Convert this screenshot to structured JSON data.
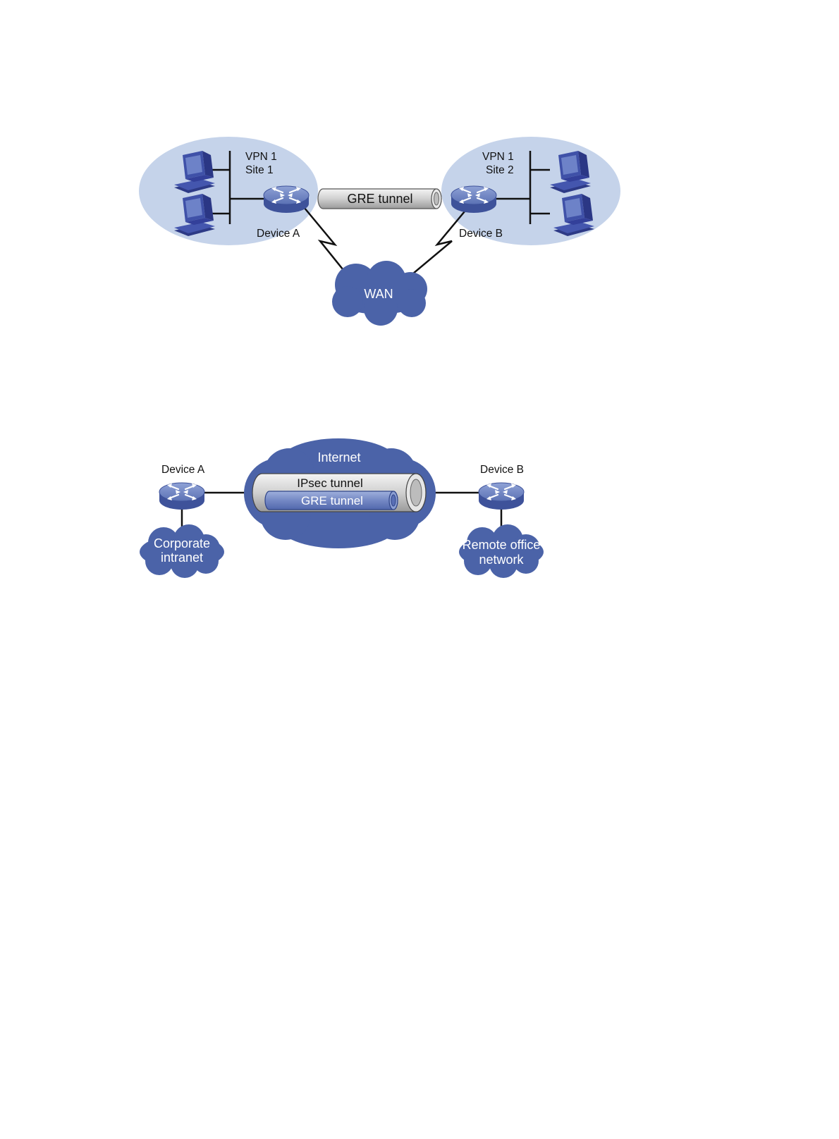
{
  "diagram1": {
    "site1": {
      "vpn": "VPN 1",
      "site": "Site 1"
    },
    "site2": {
      "vpn": "VPN 1",
      "site": "Site 2"
    },
    "device_a": "Device A",
    "device_b": "Device B",
    "tunnel": "GRE tunnel",
    "wan": "WAN"
  },
  "diagram2": {
    "device_a": "Device A",
    "device_b": "Device B",
    "internet": "Internet",
    "outer_tunnel": "IPsec tunnel",
    "inner_tunnel": "GRE tunnel",
    "left_net": [
      "Corporate",
      "intranet"
    ],
    "right_net": [
      "Remote office",
      "network"
    ]
  },
  "colors": {
    "site_bg": "#c5d3ea",
    "cloud": "#4b63a8",
    "router": "#5b73b6",
    "pc": "#3f4fa6",
    "tunnel_gray": "#d4d4d4",
    "tunnel_blue": "#7d90c9"
  }
}
